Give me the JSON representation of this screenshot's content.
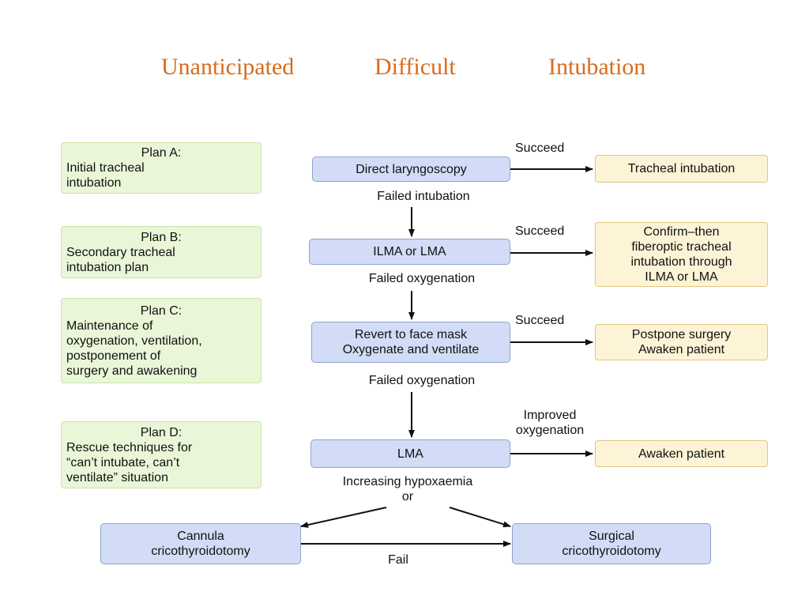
{
  "title": {
    "word1": "Unanticipated",
    "word2": "Difficult",
    "word3": "Intubation"
  },
  "plans": {
    "a": {
      "heading": "Plan A:",
      "body": [
        "Initial tracheal",
        "intubation"
      ]
    },
    "b": {
      "heading": "Plan B:",
      "body": [
        "Secondary tracheal",
        "intubation plan"
      ]
    },
    "c": {
      "heading": "Plan C:",
      "body": [
        "Maintenance of",
        "oxygenation, ventilation,",
        "postponement of",
        "surgery and awakening"
      ]
    },
    "d": {
      "heading": "Plan D:",
      "body": [
        "Rescue techniques for",
        "“can’t intubate, can’t",
        "ventilate” situation"
      ]
    }
  },
  "steps": {
    "direct_laryngoscopy": [
      "Direct laryngoscopy"
    ],
    "ilma_or_lma": [
      "ILMA or LMA"
    ],
    "face_mask": [
      "Revert to face mask",
      "Oxygenate and ventilate"
    ],
    "lma": [
      "LMA"
    ],
    "cannula": [
      "Cannula",
      "cricothyroidotomy"
    ],
    "surgical": [
      "Surgical",
      "cricothyroidotomy"
    ]
  },
  "outcomes": {
    "tracheal_intubation": [
      "Tracheal intubation"
    ],
    "confirm": [
      "Confirm–then",
      "fiberoptic tracheal",
      "intubation through",
      "ILMA or LMA"
    ],
    "postpone": [
      "Postpone surgery",
      "Awaken patient"
    ],
    "awaken": [
      "Awaken patient"
    ]
  },
  "labels": {
    "succeed_1": "Succeed",
    "succeed_2": "Succeed",
    "succeed_3": "Succeed",
    "improved": [
      "Improved",
      "oxygenation"
    ],
    "failed_intubation": "Failed intubation",
    "failed_oxygenation_1": "Failed oxygenation",
    "failed_oxygenation_2": "Failed oxygenation",
    "hypoxaemia": [
      "Increasing hypoxaemia",
      "or"
    ],
    "fail": "Fail"
  }
}
